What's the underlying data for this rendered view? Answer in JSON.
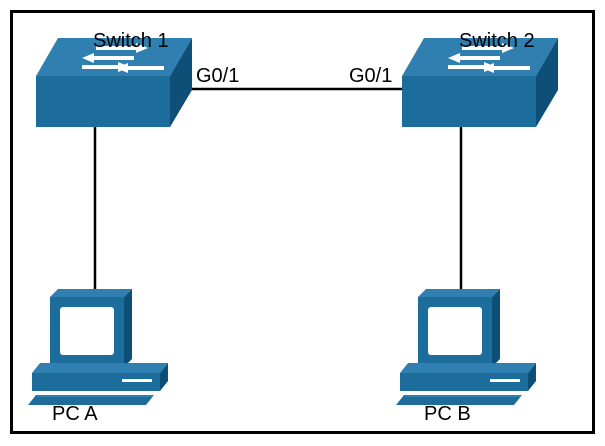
{
  "diagram": {
    "colors": {
      "device": "#1c6c9c",
      "device_top": "#2f7fb0",
      "device_dark": "#0e4f78",
      "screen": "#ffffff",
      "line": "#000000",
      "frame": "#000000"
    },
    "nodes": {
      "switch1": {
        "label": "Switch 1",
        "type": "switch",
        "icon": "switch-icon"
      },
      "switch2": {
        "label": "Switch 2",
        "type": "switch",
        "icon": "switch-icon"
      },
      "pc_a": {
        "label": "PC A",
        "type": "pc",
        "icon": "computer-icon"
      },
      "pc_b": {
        "label": "PC B",
        "type": "pc",
        "icon": "computer-icon"
      }
    },
    "links": [
      {
        "from": "switch1",
        "to": "switch2",
        "from_port": "G0/1",
        "to_port": "G0/1"
      },
      {
        "from": "switch1",
        "to": "pc_a"
      },
      {
        "from": "switch2",
        "to": "pc_b"
      }
    ]
  }
}
